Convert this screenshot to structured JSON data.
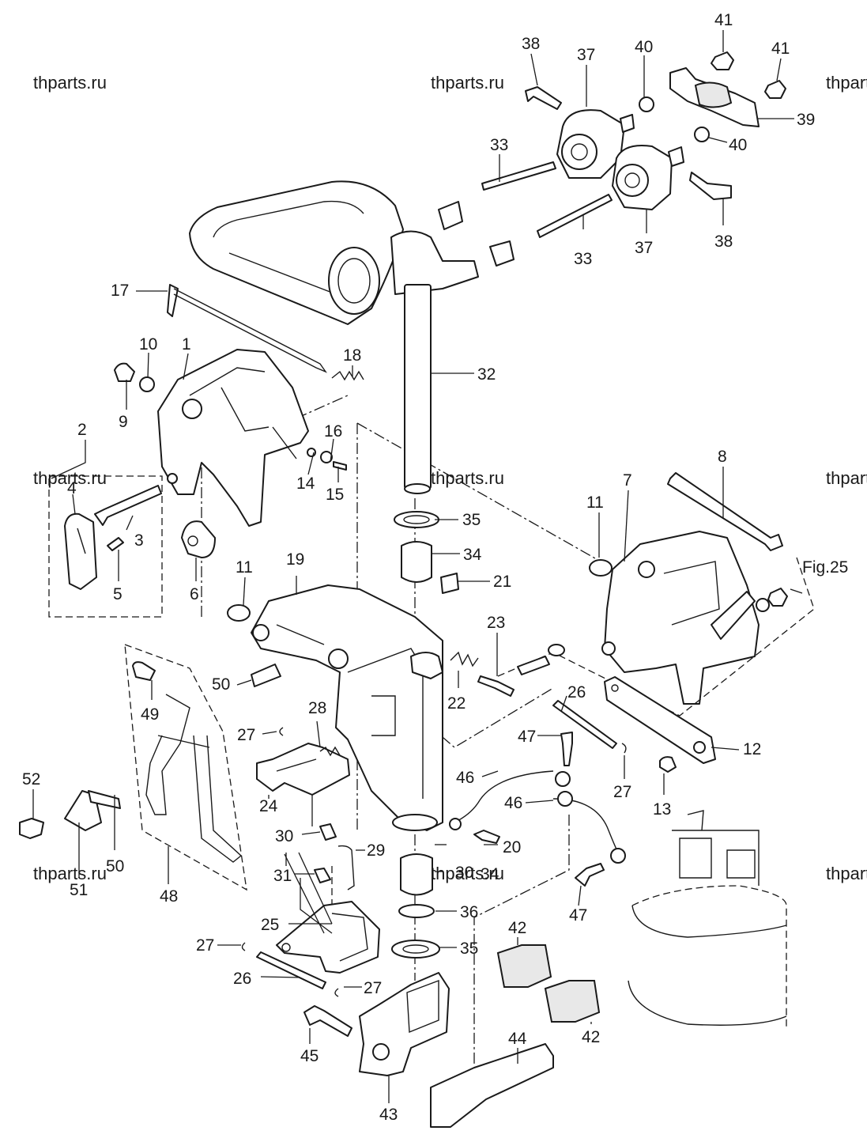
{
  "watermark": "thparts.ru",
  "figure_reference": "Fig.25",
  "callouts": {
    "c1": "1",
    "c2": "2",
    "c3": "3",
    "c4": "4",
    "c5": "5",
    "c6": "6",
    "c7": "7",
    "c8": "8",
    "c9": "9",
    "c10": "10",
    "c11a": "11",
    "c11b": "11",
    "c12": "12",
    "c13": "13",
    "c14": "14",
    "c15": "15",
    "c16": "16",
    "c17": "17",
    "c18": "18",
    "c19": "19",
    "c20": "20",
    "c21": "21",
    "c22": "22",
    "c23": "23",
    "c24": "24",
    "c25": "25",
    "c26a": "26",
    "c26b": "26",
    "c27a": "27",
    "c27b": "27",
    "c27c": "27",
    "c27d": "27",
    "c28": "28",
    "c29": "29",
    "c30a": "30",
    "c30b": "30",
    "c31": "31",
    "c32": "32",
    "c33a": "33",
    "c33b": "33",
    "c34a": "34",
    "c34b": "34",
    "c35a": "35",
    "c35b": "35",
    "c36": "36",
    "c37a": "37",
    "c37b": "37",
    "c38a": "38",
    "c38b": "38",
    "c39": "39",
    "c40a": "40",
    "c40b": "40",
    "c41a": "41",
    "c41b": "41",
    "c42a": "42",
    "c42b": "42",
    "c43": "43",
    "c44": "44",
    "c45": "45",
    "c46a": "46",
    "c46b": "46",
    "c47a": "47",
    "c47b": "47",
    "c48": "48",
    "c49": "49",
    "c50": "50",
    "c51": "51",
    "c52": "52"
  }
}
